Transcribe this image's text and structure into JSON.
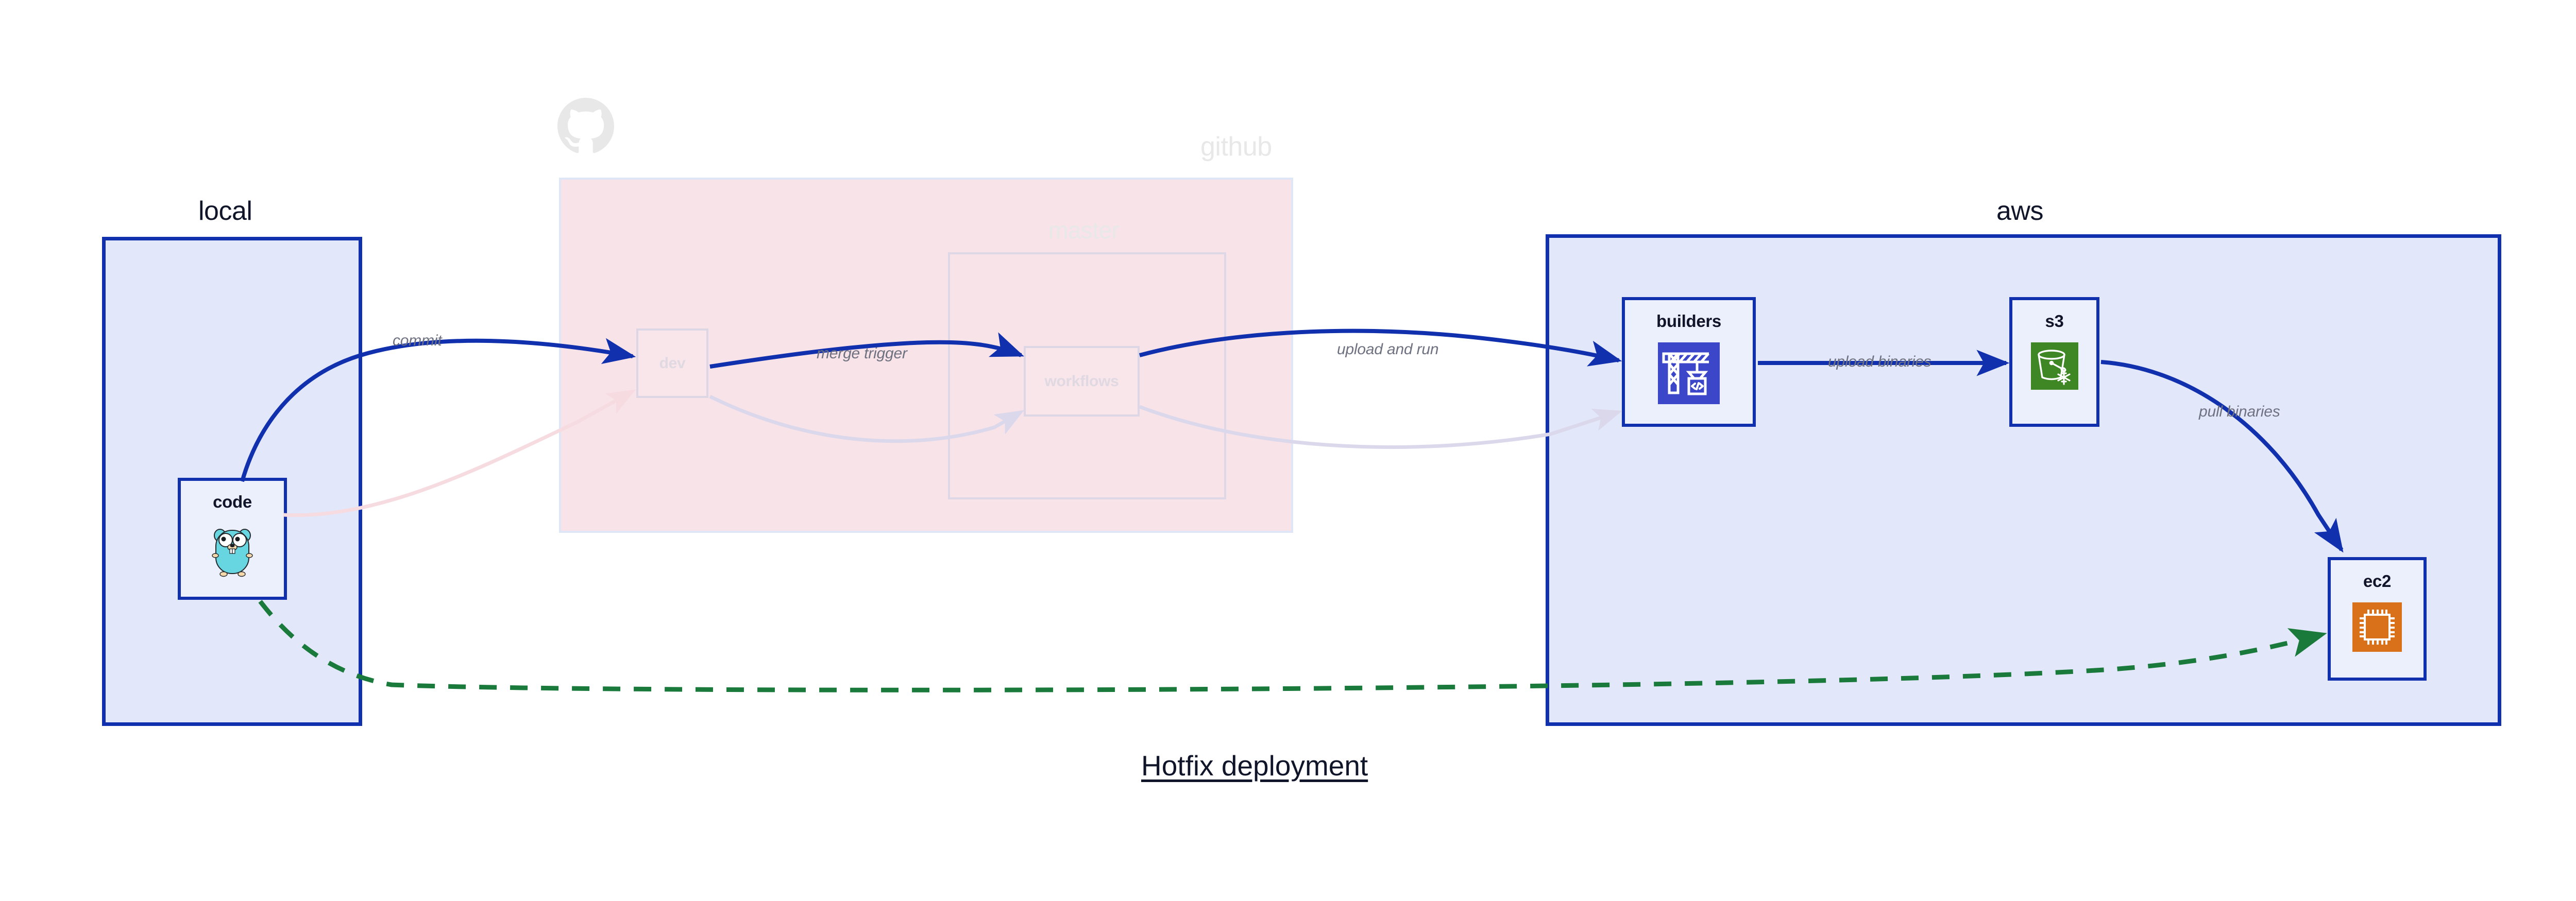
{
  "diagram": {
    "title": "Hotfix deployment",
    "type": "architecture-flow"
  },
  "groups": [
    {
      "id": "local",
      "label": "local",
      "faded": false,
      "fill": "#e2e7f9",
      "stroke": "#1030ad"
    },
    {
      "id": "github",
      "label": "github",
      "faded": true,
      "fill": "#f8e3e8",
      "stroke": "#dfe6f7"
    },
    {
      "id": "aws",
      "label": "aws",
      "faded": false,
      "fill": "#e2e7f9",
      "stroke": "#1030ad"
    }
  ],
  "subgroups": [
    {
      "id": "master",
      "label": "master",
      "parent": "github",
      "faded": true
    }
  ],
  "nodes": [
    {
      "id": "code",
      "label": "code",
      "group": "local",
      "icon": "go-gopher-icon",
      "faded": false
    },
    {
      "id": "dev",
      "label": "dev",
      "group": "github",
      "icon": null,
      "faded": true
    },
    {
      "id": "workflows",
      "label": "workflows",
      "group": "master",
      "icon": null,
      "faded": true
    },
    {
      "id": "builders",
      "label": "builders",
      "group": "aws",
      "icon": "crane-code-icon",
      "faded": false,
      "icon_color": "#3c46c8"
    },
    {
      "id": "s3",
      "label": "s3",
      "group": "aws",
      "icon": "s3-glacier-bucket-icon",
      "faded": false,
      "icon_color": "#3f8624"
    },
    {
      "id": "ec2",
      "label": "ec2",
      "group": "aws",
      "icon": "ec2-cpu-icon",
      "faded": false,
      "icon_color": "#d9701a"
    }
  ],
  "edges": [
    {
      "id": "commit",
      "label": "commit",
      "from": "code",
      "to": "dev",
      "style": "solid",
      "color": "#1030ad",
      "faded": false
    },
    {
      "id": "merge-trigger",
      "label": "merge trigger",
      "from": "dev",
      "to": "workflows",
      "style": "solid",
      "color": "#1030ad",
      "faded": false
    },
    {
      "id": "upload-and-run",
      "label": "upload and run",
      "from": "workflows",
      "to": "builders",
      "style": "solid",
      "color": "#1030ad",
      "faded": false
    },
    {
      "id": "upload-binaries",
      "label": "upload binaries",
      "from": "builders",
      "to": "s3",
      "style": "solid",
      "color": "#1030ad",
      "faded": false
    },
    {
      "id": "pull-binaries",
      "label": "pull binaries",
      "from": "s3",
      "to": "ec2",
      "style": "solid",
      "color": "#1030ad",
      "faded": false
    },
    {
      "id": "direct-deploy",
      "label": "",
      "from": "code",
      "to": "ec2",
      "style": "dashed",
      "color": "#1a7a3c",
      "faded": false
    },
    {
      "id": "faded-code-dev",
      "label": "",
      "from": "code",
      "to": "dev",
      "style": "solid",
      "color": "#f7dde2",
      "faded": true
    },
    {
      "id": "faded-dev-workflows",
      "label": "",
      "from": "dev",
      "to": "workflows",
      "style": "solid",
      "color": "#ddd9ec",
      "faded": true
    },
    {
      "id": "faded-wf-builders",
      "label": "",
      "from": "workflows",
      "to": "builders",
      "style": "solid",
      "color": "#ddd9ec",
      "faded": true
    }
  ],
  "colors": {
    "accent_blue": "#1030ad",
    "group_blue_fill": "#e2e7f9",
    "node_fill": "#ecf0fc",
    "github_pink": "#f8e3e8",
    "green_dashed": "#1a7a3c",
    "label_gray": "#6e7180",
    "faded_gray": "#e8e8e8",
    "text_dark": "#11152a"
  }
}
